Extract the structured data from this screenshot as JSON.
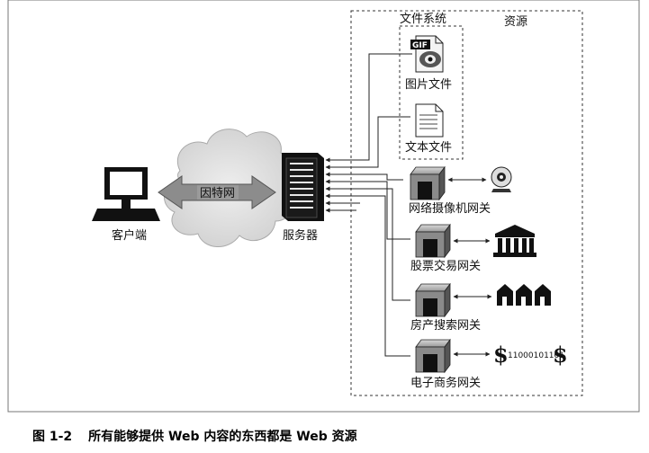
{
  "diagram": {
    "client_label": "客户端",
    "internet_label": "因特网",
    "server_label": "服务器",
    "resources_label": "资源",
    "filesystem_label": "文件系统",
    "gif_badge": "GIF",
    "image_file_label": "图片文件",
    "text_file_label": "文本文件",
    "webcam_gateway_label": "网络摄像机网关",
    "stock_gateway_label": "股票交易网关",
    "realestate_gateway_label": "房产搜索网关",
    "ecommerce_gateway_label": "电子商务网关",
    "binary_text": "11000101101"
  },
  "caption": {
    "figure_number": "图 1-2",
    "text": "所有能够提供 Web 内容的东西都是 Web 资源"
  },
  "icons": {
    "client": "computer-monitor-icon",
    "internet": "cloud-icon",
    "server": "server-tower-icon",
    "image_file": "gif-image-file-icon",
    "text_file": "text-document-icon",
    "gateway": "gateway-box-icon",
    "webcam": "webcam-icon",
    "stock_exchange": "bank-building-icon",
    "houses": "houses-icon",
    "dollar": "dollar-sign-icon"
  }
}
